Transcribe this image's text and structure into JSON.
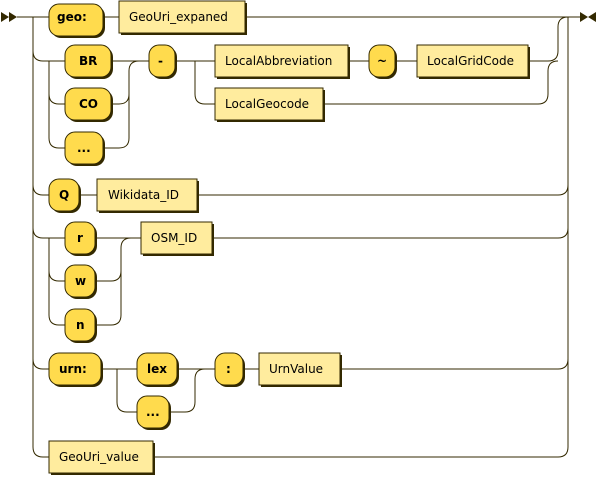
{
  "diagram": {
    "terminals": {
      "geo": "geo:",
      "br": "BR",
      "co": "CO",
      "ellipsis_country": "...",
      "dash": "-",
      "tilde": "~",
      "q": "Q",
      "r": "r",
      "w": "w",
      "n": "n",
      "urn": "urn:",
      "lex": "lex",
      "ellipsis_urn": "...",
      "colon": ":"
    },
    "nonterminals": {
      "geouri_expaned": "GeoUri_expaned",
      "local_abbreviation": "LocalAbbreviation",
      "local_grid_code": "LocalGridCode",
      "local_geocode": "LocalGeocode",
      "wikidata_id": "Wikidata_ID",
      "osm_id": "OSM_ID",
      "urn_value": "UrnValue",
      "geouri_value": "GeoUri_value"
    },
    "colors": {
      "line": "#332900",
      "terminal_fill": "#FFDB4D",
      "nonterminal_fill": "#FFEC9E"
    }
  }
}
